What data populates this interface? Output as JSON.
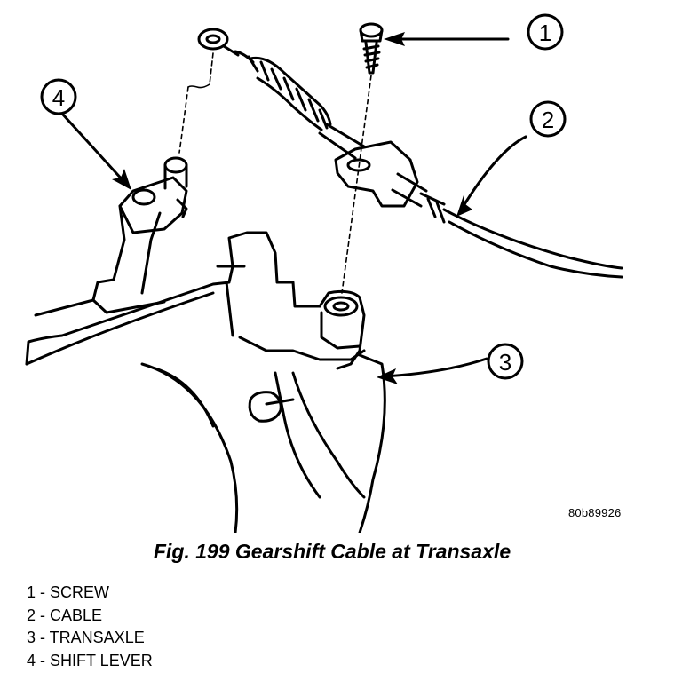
{
  "figure": {
    "reference_code": "80b89926",
    "caption": "Fig. 199 Gearshift Cable at Transaxle",
    "callouts": [
      "1",
      "2",
      "3",
      "4"
    ]
  },
  "legend": [
    {
      "text": "1 - SCREW"
    },
    {
      "text": "2 - CABLE"
    },
    {
      "text": "3 - TRANSAXLE"
    },
    {
      "text": "4 - SHIFT LEVER"
    }
  ]
}
